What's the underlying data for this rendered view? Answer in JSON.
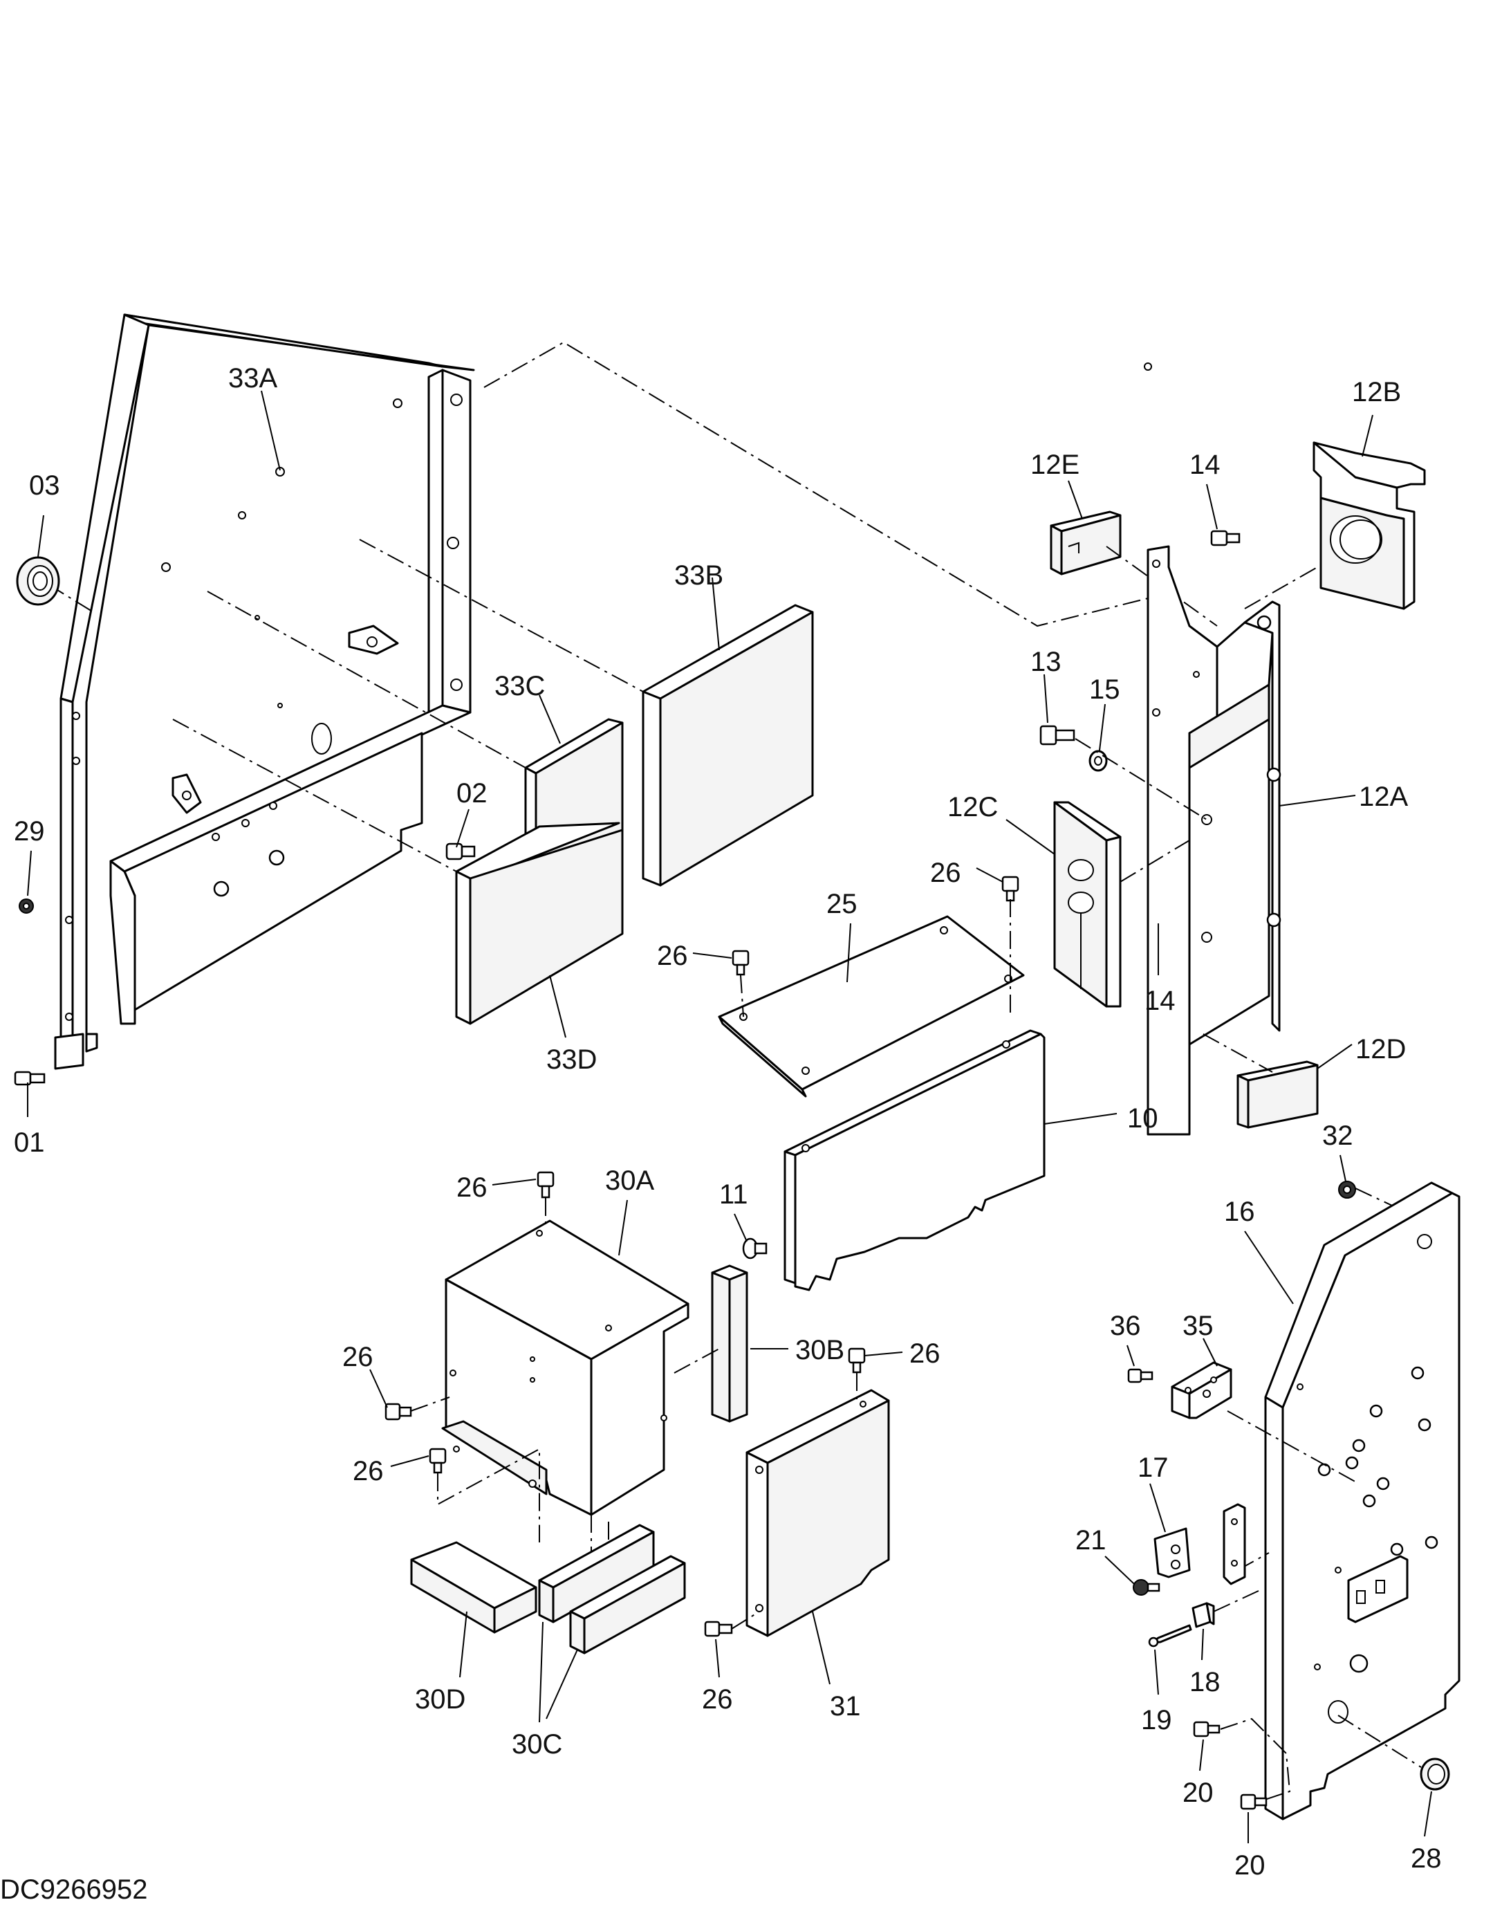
{
  "diagram": {
    "drawing_number": "DC9266952",
    "callouts": [
      {
        "id": "33A",
        "label": "33A"
      },
      {
        "id": "03",
        "label": "03"
      },
      {
        "id": "29",
        "label": "29"
      },
      {
        "id": "01",
        "label": "01"
      },
      {
        "id": "02",
        "label": "02"
      },
      {
        "id": "33B",
        "label": "33B"
      },
      {
        "id": "33C",
        "label": "33C"
      },
      {
        "id": "33D",
        "label": "33D"
      },
      {
        "id": "12B",
        "label": "12B"
      },
      {
        "id": "12E",
        "label": "12E"
      },
      {
        "id": "14a",
        "label": "14"
      },
      {
        "id": "13",
        "label": "13"
      },
      {
        "id": "15",
        "label": "15"
      },
      {
        "id": "12C",
        "label": "12C"
      },
      {
        "id": "12A",
        "label": "12A"
      },
      {
        "id": "14b",
        "label": "14"
      },
      {
        "id": "12D",
        "label": "12D"
      },
      {
        "id": "26a",
        "label": "26"
      },
      {
        "id": "25",
        "label": "25"
      },
      {
        "id": "26b",
        "label": "26"
      },
      {
        "id": "10",
        "label": "10"
      },
      {
        "id": "32",
        "label": "32"
      },
      {
        "id": "26c",
        "label": "26"
      },
      {
        "id": "30A",
        "label": "30A"
      },
      {
        "id": "11",
        "label": "11"
      },
      {
        "id": "16",
        "label": "16"
      },
      {
        "id": "26d",
        "label": "26"
      },
      {
        "id": "30B",
        "label": "30B"
      },
      {
        "id": "26e",
        "label": "26"
      },
      {
        "id": "36",
        "label": "36"
      },
      {
        "id": "35",
        "label": "35"
      },
      {
        "id": "26f",
        "label": "26"
      },
      {
        "id": "17",
        "label": "17"
      },
      {
        "id": "21",
        "label": "21"
      },
      {
        "id": "18",
        "label": "18"
      },
      {
        "id": "19",
        "label": "19"
      },
      {
        "id": "30D",
        "label": "30D"
      },
      {
        "id": "30C",
        "label": "30C"
      },
      {
        "id": "26g",
        "label": "26"
      },
      {
        "id": "31",
        "label": "31"
      },
      {
        "id": "20a",
        "label": "20"
      },
      {
        "id": "20b",
        "label": "20"
      },
      {
        "id": "28",
        "label": "28"
      }
    ]
  }
}
